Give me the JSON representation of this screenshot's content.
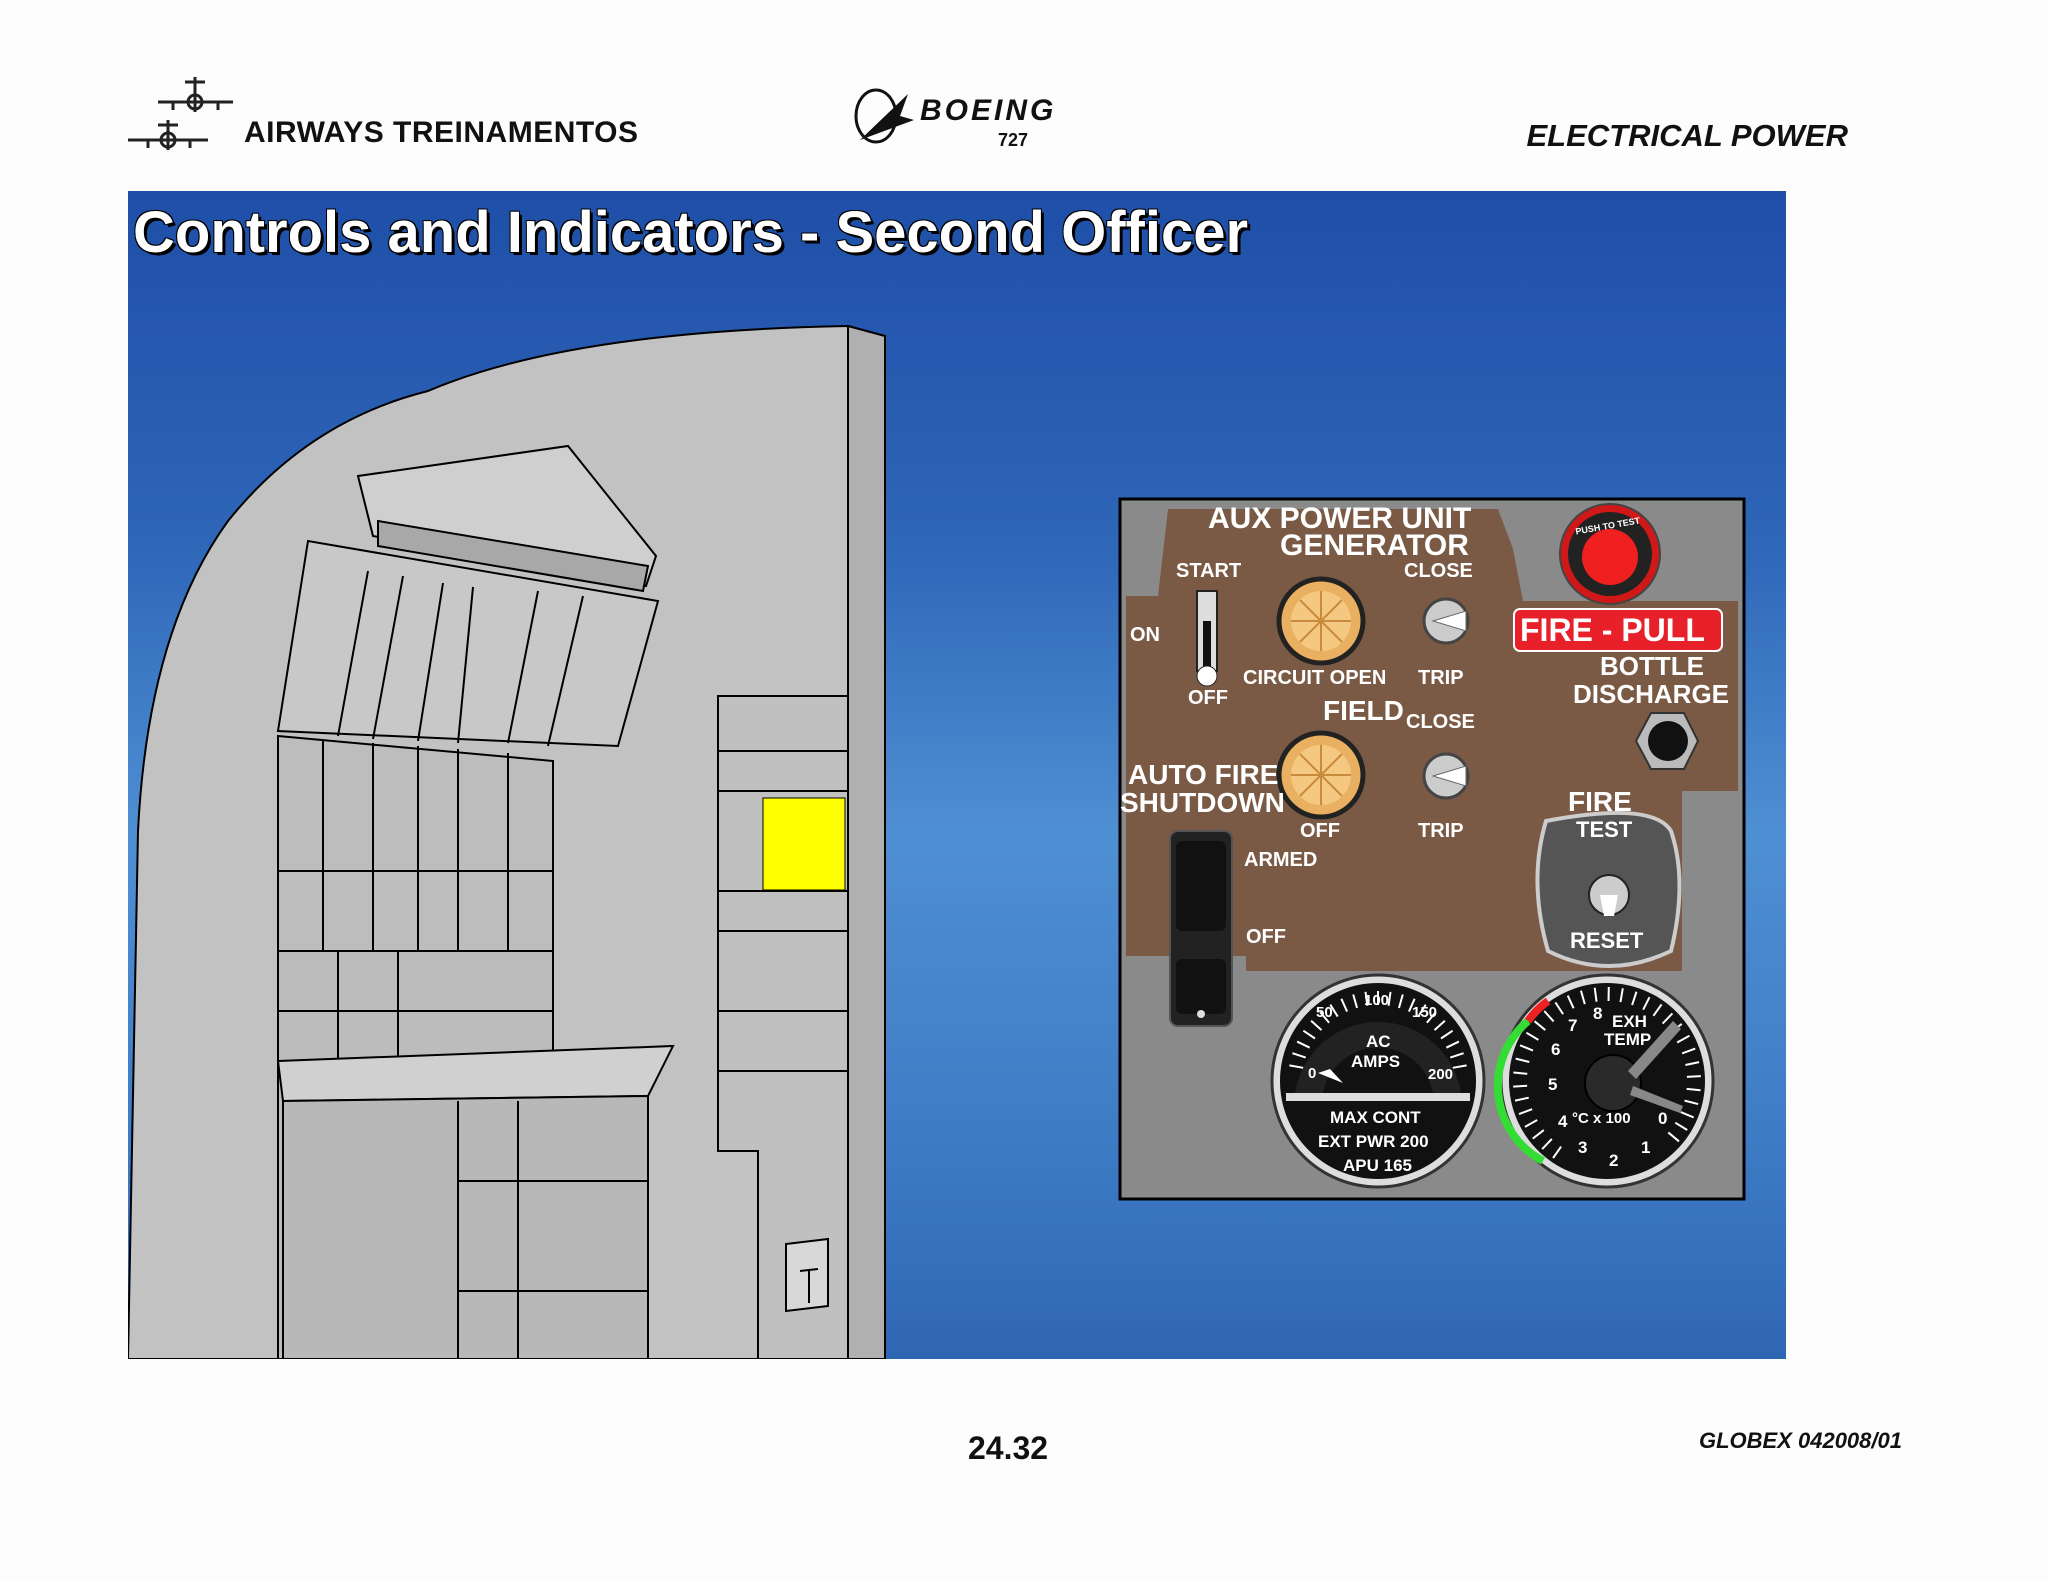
{
  "header": {
    "company": "AIRWAYS  TREINAMENTOS",
    "brand": "BOEING",
    "model": "727",
    "section": "ELECTRICAL POWER"
  },
  "slide": {
    "title": "Controls and Indicators - Second Officer"
  },
  "apu_panel": {
    "title_line1": "AUX POWER UNIT",
    "title_line2": "GENERATOR",
    "start": "START",
    "on": "ON",
    "off_start": "OFF",
    "close_top": "CLOSE",
    "circuit_open": "CIRCUIT OPEN",
    "trip_top": "TRIP",
    "field": "FIELD",
    "close_field": "CLOSE",
    "off_field": "OFF",
    "trip_field": "TRIP",
    "auto_fire_line1": "AUTO FIRE",
    "auto_fire_line2": "SHUTDOWN",
    "armed": "ARMED",
    "off_auto": "OFF",
    "push_to_test": "PUSH TO TEST",
    "fire_pull": "FIRE - PULL",
    "bottle_line1": "BOTTLE",
    "bottle_line2": "DISCHARGE",
    "fire": "FIRE",
    "test": "TEST",
    "reset": "RESET"
  },
  "ac_amps_gauge": {
    "label_line1": "AC",
    "label_line2": "AMPS",
    "ticks": [
      "0",
      "50",
      "100",
      "150",
      "200"
    ],
    "max_cont": "MAX CONT",
    "ext_pwr": "EXT PWR 200",
    "apu": "APU 165"
  },
  "exh_temp_gauge": {
    "label_line1": "EXH",
    "label_line2": "TEMP",
    "ticks": [
      "0",
      "1",
      "2",
      "3",
      "4",
      "5",
      "6",
      "7",
      "8"
    ],
    "unit": "°C x 100"
  },
  "footer": {
    "page": "24.32",
    "code": "GLOBEX 042008/01"
  },
  "colors": {
    "slide_blue": "#2e66b8",
    "panel_brown": "#7a5a44",
    "panel_gray": "#858585",
    "highlight_yellow": "#ffff00",
    "fire_red": "#e8202a"
  }
}
